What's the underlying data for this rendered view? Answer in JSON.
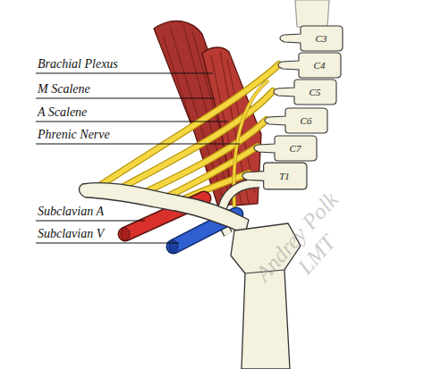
{
  "diagram": {
    "nodes": [
      {
        "text": [
          "C3"
        ]
      },
      {
        "text": [
          "C4"
        ]
      },
      {
        "text": [
          "C5"
        ]
      },
      {
        "text": [
          "C6"
        ]
      },
      {
        "text": [
          "C7"
        ]
      },
      {
        "text": [
          "T1"
        ]
      }
    ],
    "labels": [
      "Brachial Plexus",
      "M Scalene",
      "A Scalene",
      "Phrenic Nerve",
      "Subclavian A",
      "Subclavian V",
      "Andrey Polk LMT"
    ]
  }
}
